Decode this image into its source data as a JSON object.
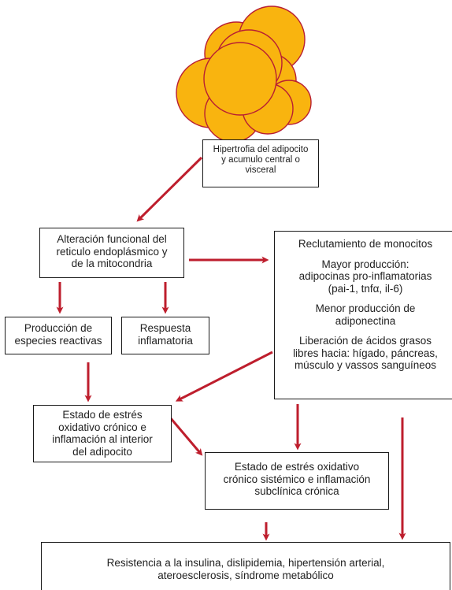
{
  "colors": {
    "cell_fill": "#F9B40F",
    "cell_stroke": "#B81E33",
    "arrow": "#BE1E2D",
    "box_border": "#1a1a1a",
    "text": "#222222"
  },
  "image": {
    "subject": "adipocyte-cell-cluster"
  },
  "nodes": {
    "hipertrofia": "Hipertrofia del adipocito\ny acumulo central o\nvisceral",
    "alteracion": "Alteración funcional del\nreticulo endoplásmico y\nde la mitocondria",
    "reclutamiento": {
      "p1": "Reclutamiento de monocitos",
      "p2": "Mayor producción:\nadipocinas pro-inflamatorias\n(pai-1, tnfα, il-6)",
      "p3": "Menor producción de\nadiponectina",
      "p4": "Liberación de ácidos grasos\nlibres hacia: hígado, páncreas,\nmúsculo y vassos sanguíneos"
    },
    "produccion": "Producción de\nespecies reactivas",
    "respuesta": "Respuesta\ninflamatoria",
    "estado_adipocito": "Estado de estrés\noxidativo crónico e\ninflamación al interior\ndel adipocito",
    "estado_sistemico": "Estado de estrés oxidativo\ncrónico sistémico e inflamación\nsubclínica crónica",
    "resistencia": "Resistencia a la insulina, dislipidemia, hipertensión arterial,\nateroesclerosis, síndrome metabólico"
  }
}
